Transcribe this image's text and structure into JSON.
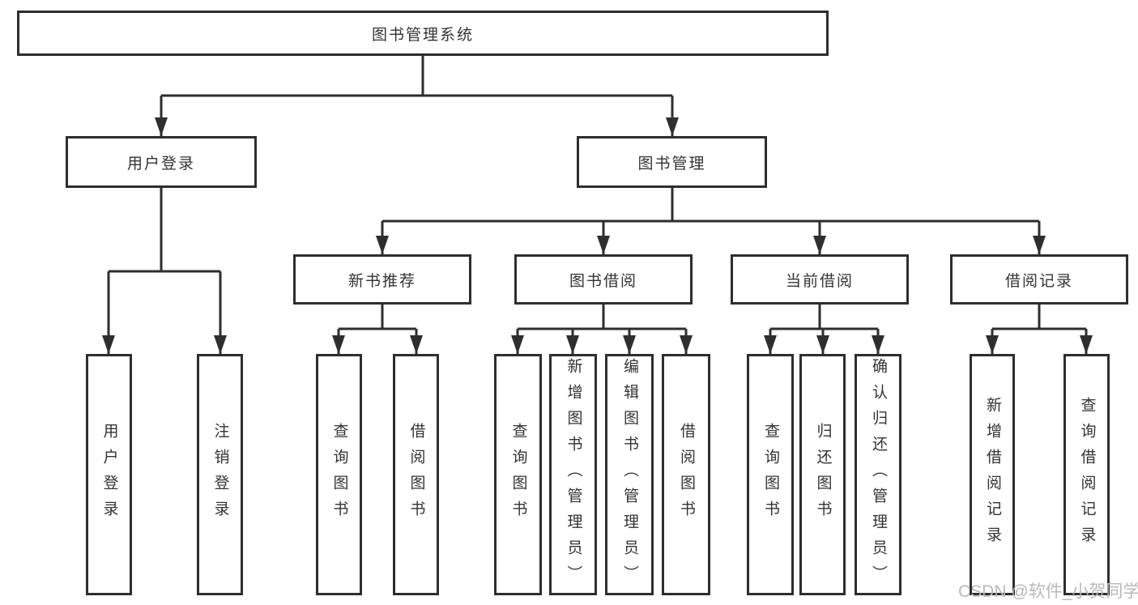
{
  "tree": {
    "label": "图书管理系统",
    "children": [
      {
        "label": "用户登录",
        "children": [
          {
            "label": "用户登录"
          },
          {
            "label": "注销登录"
          }
        ]
      },
      {
        "label": "图书管理",
        "children": [
          {
            "label": "新书推荐",
            "children": [
              {
                "label": "查询图书"
              },
              {
                "label": "借阅图书"
              }
            ]
          },
          {
            "label": "图书借阅",
            "children": [
              {
                "label": "查询图书"
              },
              {
                "label": "新增图书（管理员）"
              },
              {
                "label": "编辑图书（管理员）"
              },
              {
                "label": "借阅图书"
              }
            ]
          },
          {
            "label": "当前借阅",
            "children": [
              {
                "label": "查询图书"
              },
              {
                "label": "归还图书"
              },
              {
                "label": "确认归还（管理员）"
              }
            ]
          },
          {
            "label": "借阅记录",
            "children": [
              {
                "label": "新增借阅记录"
              },
              {
                "label": "查询借阅记录"
              }
            ]
          }
        ]
      }
    ]
  },
  "watermark": {
    "text": "CSDN @软件_小贺同学"
  },
  "colors": {
    "line": "#2e2e2e",
    "text": "#333333",
    "background": "#ffffff",
    "watermark": "#b9b9b9"
  }
}
